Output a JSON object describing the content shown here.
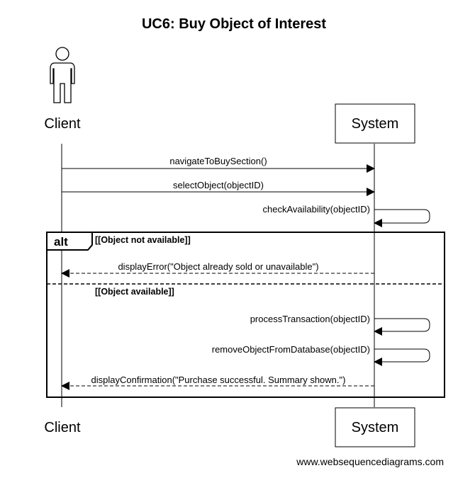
{
  "title": "UC6: Buy Object of Interest",
  "participants": {
    "client": {
      "name": "Client",
      "icon": "stick-figure-actor-icon"
    },
    "system": {
      "name": "System"
    }
  },
  "messages": [
    {
      "from": "Client",
      "to": "System",
      "label": "navigateToBuySection()",
      "style": "solid"
    },
    {
      "from": "Client",
      "to": "System",
      "label": "selectObject(objectID)",
      "style": "solid"
    },
    {
      "from": "System",
      "to": "System",
      "label": "checkAvailability(objectID)",
      "style": "self"
    },
    {
      "from": "System",
      "to": "Client",
      "label": "displayError(\"Object already sold or unavailable\")",
      "style": "dashed"
    },
    {
      "from": "System",
      "to": "System",
      "label": "processTransaction(objectID)",
      "style": "self"
    },
    {
      "from": "System",
      "to": "System",
      "label": "removeObjectFromDatabase(objectID)",
      "style": "self"
    },
    {
      "from": "System",
      "to": "Client",
      "label": "displayConfirmation(\"Purchase successful. Summary shown.\")",
      "style": "dashed"
    }
  ],
  "alt_fragment": {
    "operator": "alt",
    "guard_1": "[[Object not available]]",
    "guard_2": "[[Object available]]"
  },
  "footer": "www.websequencediagrams.com"
}
